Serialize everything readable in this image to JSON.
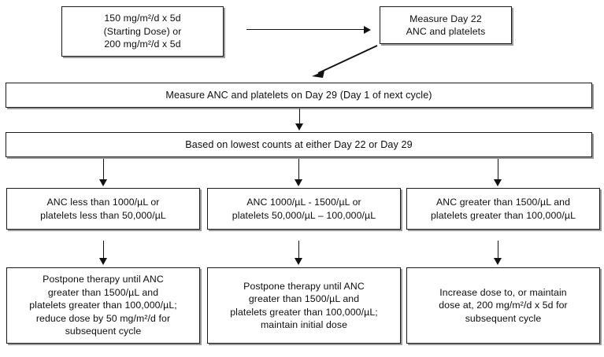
{
  "diagram": {
    "title": "Dose modification flowchart based on ANC and platelet counts",
    "nodes": {
      "starting_dose": {
        "id": "starting-dose-box",
        "text": "150 mg/m²/d x 5d\n(Starting Dose) or\n200 mg/m²/d x 5d"
      },
      "measure_day22": {
        "id": "measure-day-22-box",
        "text": "Measure Day 22\nANC and platelets"
      },
      "measure_day29": {
        "id": "measure-day-29-bar",
        "text": "Measure ANC and platelets on Day 29 (Day 1 of next cycle)"
      },
      "lowest_counts": {
        "id": "lowest-counts-bar",
        "text": "Based on lowest counts at either Day 22 or Day 29"
      },
      "criteria_low": {
        "id": "criteria-low-box",
        "text": "ANC less than 1000/µL or\nplatelets less than 50,000/µL"
      },
      "criteria_mid": {
        "id": "criteria-mid-box",
        "text": "ANC 1000/µL - 1500/µL or\nplatelets 50,000/µL – 100,000/µL"
      },
      "criteria_high": {
        "id": "criteria-high-box",
        "text": "ANC greater than 1500/µL and\nplatelets greater than 100,000/µL"
      },
      "action_low": {
        "id": "action-low-box",
        "text": "Postpone therapy until ANC\ngreater than 1500/µL and\nplatelets greater than 100,000/µL;\nreduce dose by 50 mg/m²/d for\nsubsequent cycle"
      },
      "action_mid": {
        "id": "action-mid-box",
        "text": "Postpone therapy until ANC\ngreater than 1500/µL and\nplatelets greater than 100,000/µL;\nmaintain initial dose"
      },
      "action_high": {
        "id": "action-high-box",
        "text": "Increase dose to, or maintain\ndose at, 200 mg/m²/d x 5d for\nsubsequent cycle"
      }
    },
    "connectors": [
      {
        "name": "arrow-starting-dose-to-measure-day-22",
        "kind": "horizontal-right"
      },
      {
        "name": "arrow-measure-day-22-to-measure-day-29",
        "kind": "diagonal-down-left"
      },
      {
        "name": "arrow-measure-day-29-to-lowest-counts",
        "kind": "vertical-down"
      },
      {
        "name": "arrow-lowest-counts-to-criteria-low",
        "kind": "vertical-down"
      },
      {
        "name": "arrow-lowest-counts-to-criteria-mid",
        "kind": "vertical-down"
      },
      {
        "name": "arrow-lowest-counts-to-criteria-high",
        "kind": "vertical-down"
      },
      {
        "name": "arrow-criteria-low-to-action-low",
        "kind": "vertical-down"
      },
      {
        "name": "arrow-criteria-mid-to-action-mid",
        "kind": "vertical-down"
      },
      {
        "name": "arrow-criteria-high-to-action-high",
        "kind": "vertical-down"
      }
    ],
    "colors": {
      "stroke": "#1a1a1a",
      "shadow": "#9a9a9a",
      "background": "#ffffff",
      "text": "#0d0d0d"
    }
  }
}
